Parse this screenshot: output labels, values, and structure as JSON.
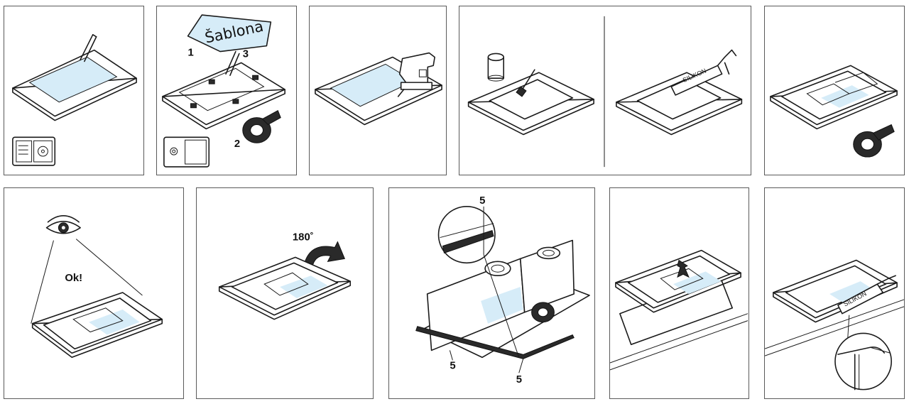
{
  "labels": {
    "template": "Šablona",
    "step1": "1",
    "step2": "2",
    "step3": "3",
    "rotation": "180˚",
    "check": "Ok!",
    "seal": "5",
    "silicone": "SILIKON"
  },
  "colors": {
    "line": "#1a1a1a",
    "border": "#5a5a5a",
    "highlight": "#d6ecf8"
  }
}
